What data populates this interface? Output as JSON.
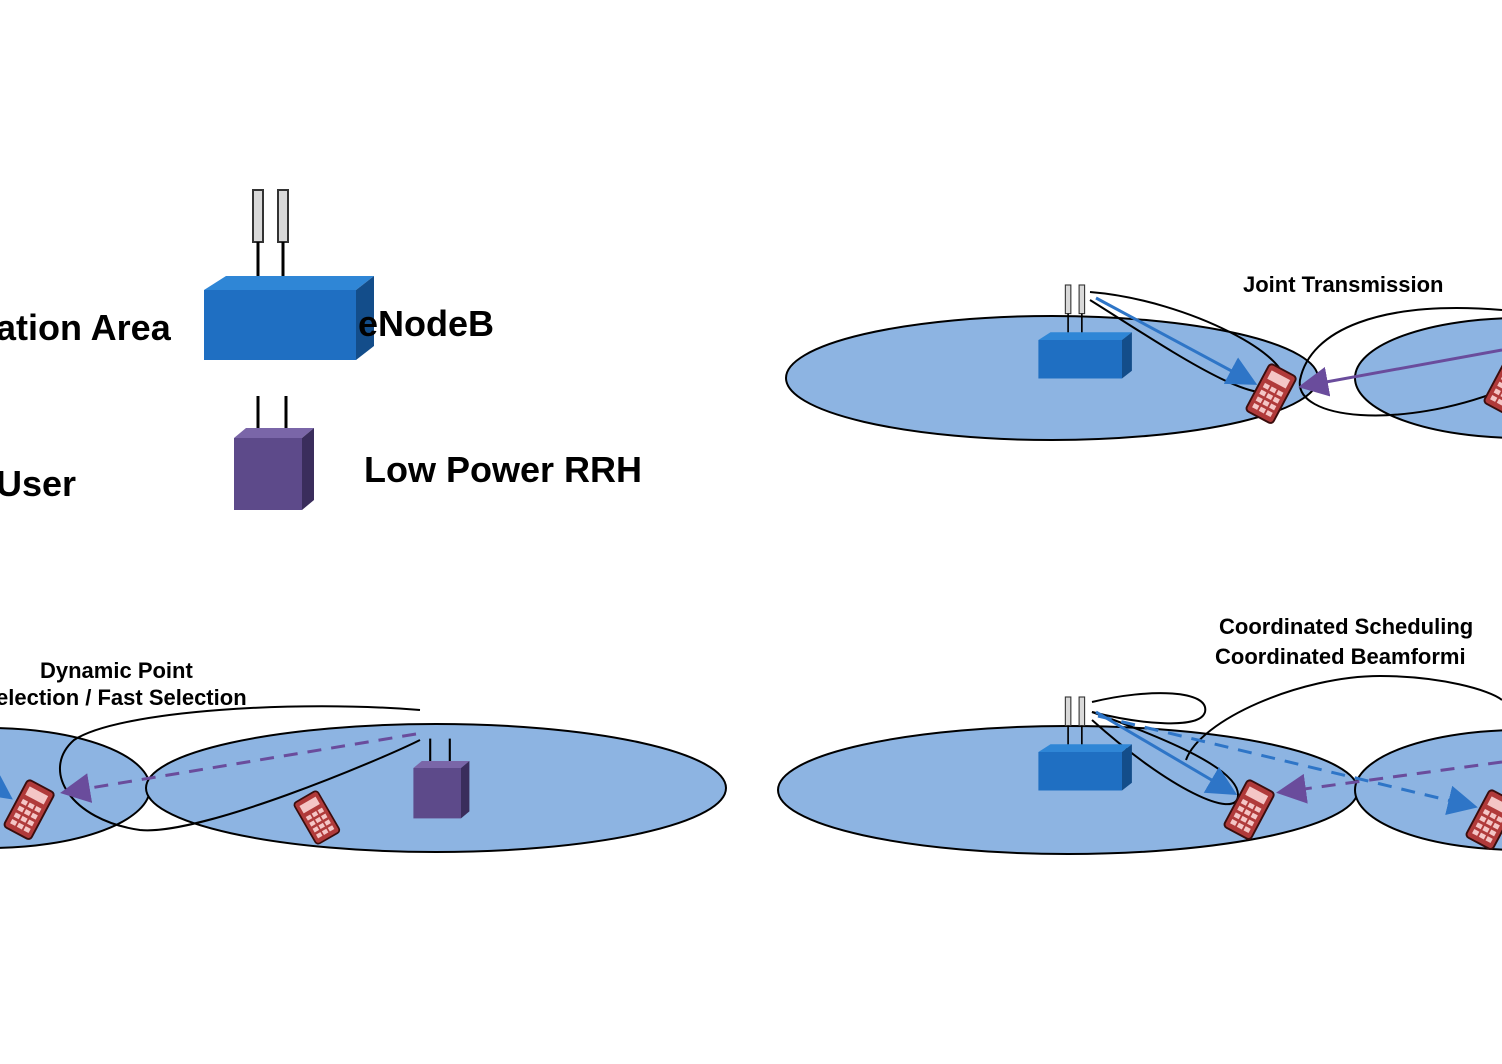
{
  "legend": {
    "coordination_area_label": "ation Area",
    "enodeb_label": "eNodeB",
    "rrh_label": "Low Power RRH",
    "user_label": "User"
  },
  "panels": {
    "joint_transmission": {
      "title": "Joint Transmission"
    },
    "dynamic_point_selection": {
      "title_line1": "Dynamic Point",
      "title_line2": "election / Fast Selection"
    },
    "coordinated": {
      "title_line1": "Coordinated Scheduling",
      "title_line2": "Coordinated Beamformi"
    }
  },
  "colors": {
    "cell_fill": "#8db4e2",
    "enodeb_blue": "#1f6fc2",
    "rrh_purple": "#5d4a8a",
    "phone_red": "#b03a3a",
    "arrow_blue": "#2e75c7",
    "arrow_purple": "#6a4c9c"
  }
}
